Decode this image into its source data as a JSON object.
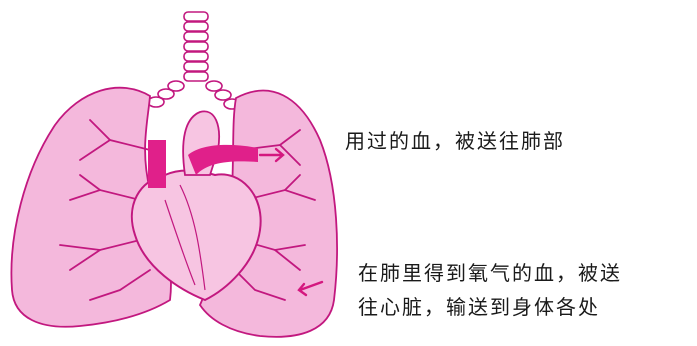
{
  "diagram": {
    "caption_used_blood": "用过的血，被送往肺部",
    "caption_oxygen_blood_line1": "在肺里得到氧气的血，被送",
    "caption_oxygen_blood_line2": "往心脏，输送到身体各处",
    "colors": {
      "lung_fill": "#f4b8dc",
      "lung_stroke": "#c2187f",
      "vessel": "#e0208a",
      "background": "#ffffff"
    }
  }
}
